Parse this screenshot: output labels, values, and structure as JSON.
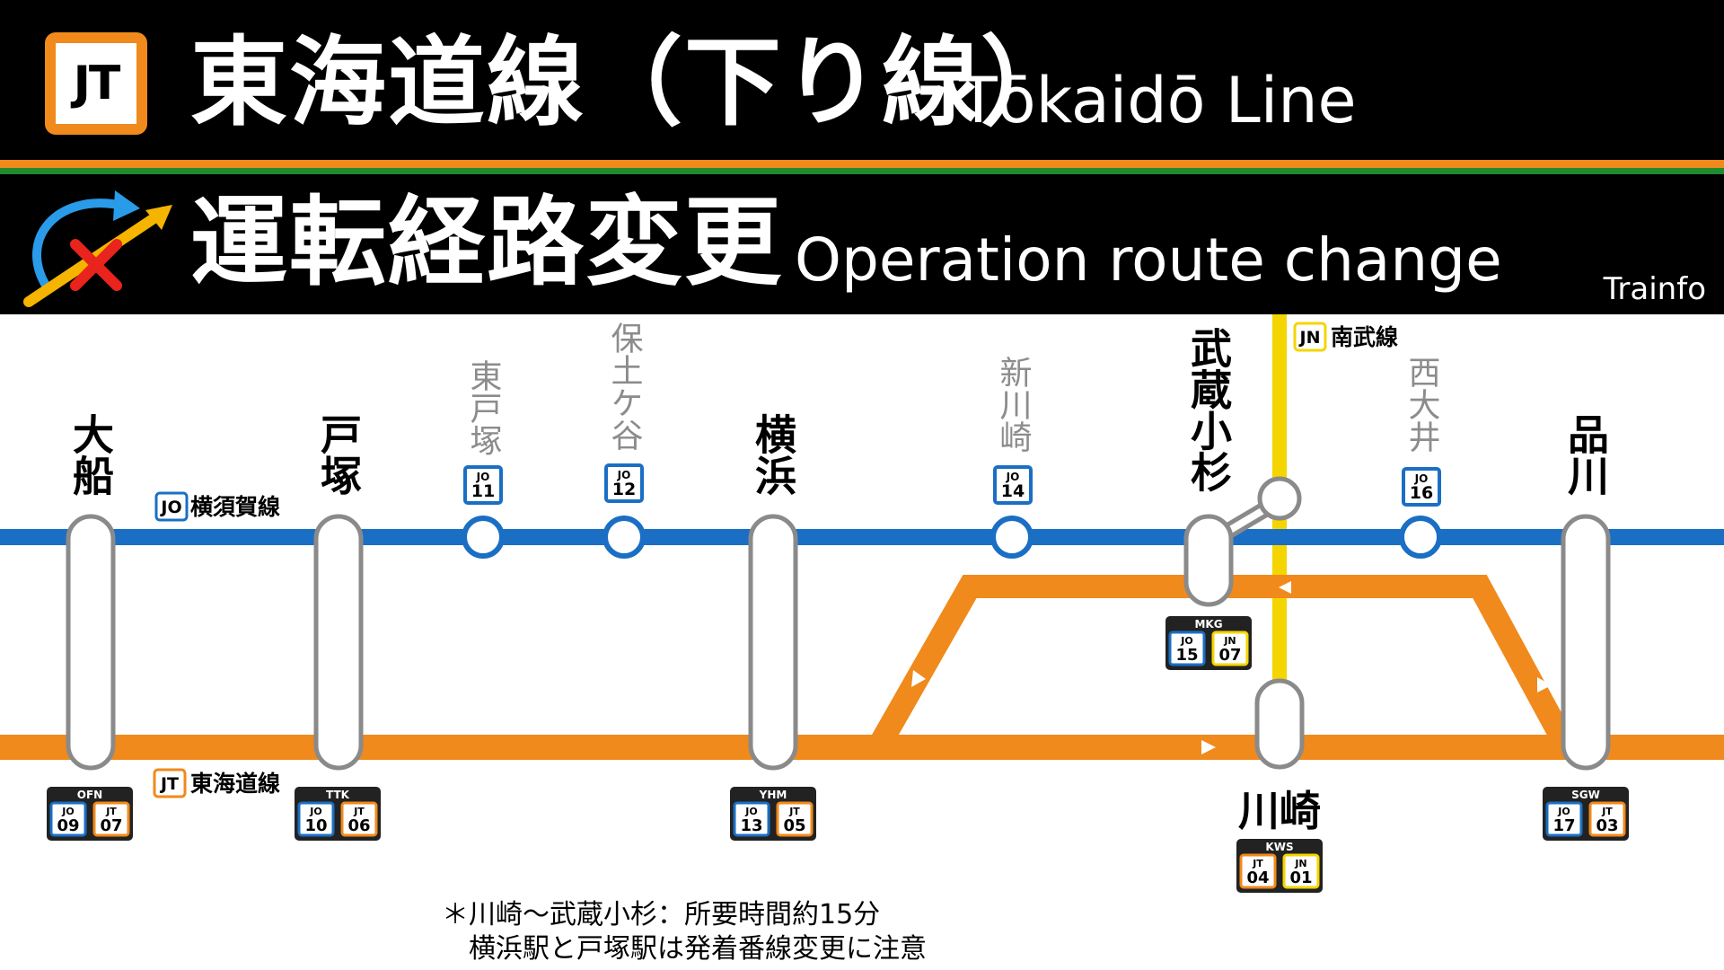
{
  "header": {
    "badge": "JT",
    "title_jp": "東海道線（下り線）",
    "title_en": "Tōkaidō Line",
    "notice_jp": "運転経路変更",
    "notice_en": "Operation route change",
    "brand": "Trainfo"
  },
  "colors": {
    "yokosuka": "#1a6fc4",
    "tokaido": "#f08a1c",
    "nambu": "#f4d500",
    "header_bg": "#000000",
    "green_stripe": "#1f8a2e"
  },
  "lines": {
    "yokosuka": {
      "code": "JO",
      "name": "横須賀線"
    },
    "tokaido": {
      "code": "JT",
      "name": "東海道線"
    },
    "nambu": {
      "code": "JN",
      "name": "南武線"
    }
  },
  "stations": [
    {
      "id": "ofuna",
      "name": "大船",
      "code": "OFN",
      "numbers": [
        {
          "line": "JO",
          "num": "09"
        },
        {
          "line": "JT",
          "num": "07"
        }
      ]
    },
    {
      "id": "totsuka",
      "name": "戸塚",
      "code": "TTK",
      "numbers": [
        {
          "line": "JO",
          "num": "10"
        },
        {
          "line": "JT",
          "num": "06"
        }
      ]
    },
    {
      "id": "higashi-totsuka",
      "name": "東戸塚",
      "numbers": [
        {
          "line": "JO",
          "num": "11"
        }
      ]
    },
    {
      "id": "hodogaya",
      "name": "保土ケ谷",
      "numbers": [
        {
          "line": "JO",
          "num": "12"
        }
      ]
    },
    {
      "id": "yokohama",
      "name": "横浜",
      "code": "YHM",
      "numbers": [
        {
          "line": "JO",
          "num": "13"
        },
        {
          "line": "JT",
          "num": "05"
        }
      ]
    },
    {
      "id": "shin-kawasaki",
      "name": "新川崎",
      "numbers": [
        {
          "line": "JO",
          "num": "14"
        }
      ]
    },
    {
      "id": "musashi-kosugi",
      "name": "武蔵小杉",
      "code": "MKG",
      "numbers": [
        {
          "line": "JO",
          "num": "15"
        },
        {
          "line": "JN",
          "num": "07"
        }
      ]
    },
    {
      "id": "kawasaki",
      "name": "川崎",
      "code": "KWS",
      "numbers": [
        {
          "line": "JT",
          "num": "04"
        },
        {
          "line": "JN",
          "num": "01"
        }
      ]
    },
    {
      "id": "nishi-oi",
      "name": "西大井",
      "numbers": [
        {
          "line": "JO",
          "num": "16"
        }
      ]
    },
    {
      "id": "shinagawa",
      "name": "品川",
      "code": "SGW",
      "numbers": [
        {
          "line": "JO",
          "num": "17"
        },
        {
          "line": "JT",
          "num": "03"
        }
      ]
    }
  ],
  "notes": [
    "＊川崎～武蔵小杉：所要時間約15分",
    "横浜駅と戸塚駅は発着番線変更に注意"
  ]
}
